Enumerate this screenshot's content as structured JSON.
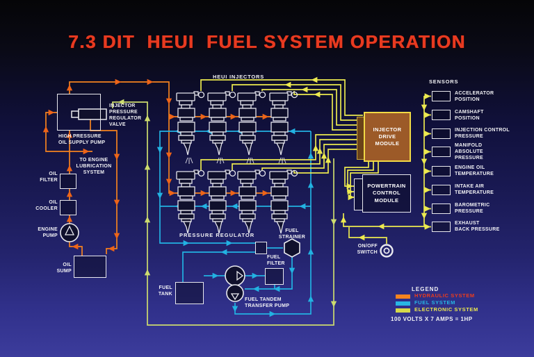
{
  "title": "7.3 DIT  HEUI  FUEL SYSTEM OPERATION",
  "colors": {
    "title": "#e83a20",
    "hydraulic": "#f5831f",
    "hydraulic_arrow": "#ee6418",
    "fuel": "#22b2e2",
    "electronic": "#ece94f",
    "electronic_alt": "#cddc6e",
    "idm_fill": "#9c5a28",
    "idm_border": "#f2da45"
  },
  "injectors": {
    "section_label": "HEUI INJECTORS"
  },
  "components": {
    "ipr_valve": "INJECTOR\nPRESSURE\nREGULATOR\nVALVE",
    "hp_pump": "HIGH PRESSURE\nOIL SUPPLY PUMP",
    "lube": "TO ENGINE\nLUBRICATION\nSYSTEM",
    "oil_filter": "OIL\nFILTER",
    "oil_cooler": "OIL\nCOOLER",
    "engine_pump": "ENGINE\nPUMP",
    "oil_sump": "OIL\nSUMP",
    "pressure_regulator": "PRESSURE REGULATOR",
    "fuel_strainer": "FUEL\nSTRAINER",
    "fuel_filter": "FUEL\nFILTER",
    "fuel_tank": "FUEL\nTANK",
    "tandem_pump": "FUEL TANDEM\nTRANSFER PUMP",
    "idm": "INJECTOR\nDRIVE\nMODULE",
    "pcm": "POWERTRAIN\nCONTROL\nMODULE",
    "onoff_switch": "ON/OFF\nSWITCH"
  },
  "sensors": {
    "header": "SENSORS",
    "items": [
      "ACCELERATOR\nPOSITION",
      "CAMSHAFT\nPOSITION",
      "INJECTION CONTROL\nPRESSURE",
      "MANIFOLD\nABSOLUTE\nPRESSURE",
      "ENGINE OIL\nTEMPERATURE",
      "INTAKE AIR\nTEMPERATURE",
      "BAROMETRIC\nPRESSURE",
      "EXHAUST\nBACK PRESSURE"
    ]
  },
  "legend": {
    "title": "LEGEND",
    "items": [
      {
        "label": "HYDRAULIC SYSTEM",
        "text_color": "#ee3c1c",
        "swatch_color": "#f5831f"
      },
      {
        "label": "FUEL SYSTEM",
        "text_color": "#28b6e4",
        "swatch_color": "#28b6e4"
      },
      {
        "label": "ELECTRONIC SYSTEM",
        "text_color": "#ece94f",
        "swatch_color": "#d6d94a"
      }
    ],
    "formula": "100 VOLTS X 7 AMPS = 1HP"
  }
}
